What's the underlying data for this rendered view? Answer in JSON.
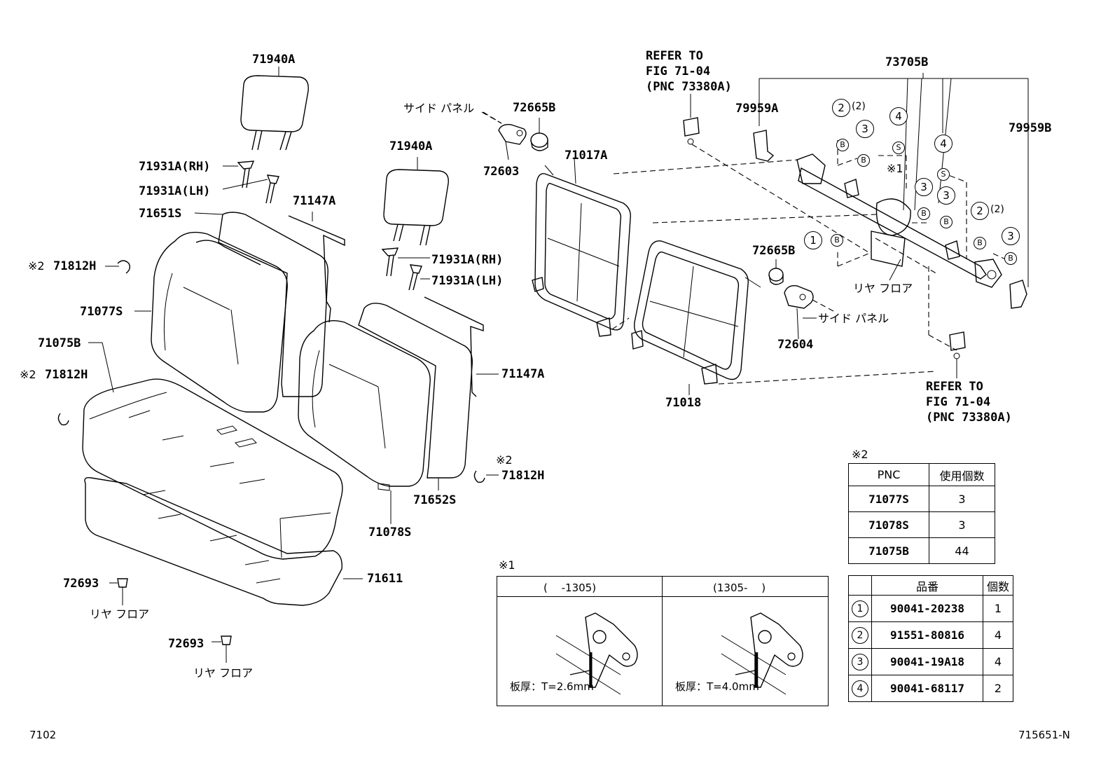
{
  "labels": {
    "headrest_left": "71940A",
    "headrest_right": "71940A",
    "support_rh_left": "71931A(RH)",
    "support_lh_left": "71931A(LH)",
    "support_rh_right": "71931A(RH)",
    "support_lh_right": "71931A(LH)",
    "pad_left_upper": "71147A",
    "pad_right": "71147A",
    "cover_back_left": "71651S",
    "hog_ring_1": "71812H",
    "hog_ring_2": "71812H",
    "hog_ring_3": "71812H",
    "back_cover_left": "71077S",
    "cushion_cover": "71075B",
    "back_cover_right": "71078S",
    "cover_back_right": "71652S",
    "cushion_pad": "71611",
    "clip_1": "72693",
    "clip_2": "72693",
    "hinge_cover_upper": "72665B",
    "hinge_cover_lower": "72665B",
    "lock_upper": "72603",
    "lock_lower": "72604",
    "frame_left": "71017A",
    "frame_right": "71018",
    "hinge_assy": "73705B",
    "bracket_left": "79959A",
    "bracket_right": "79959B"
  },
  "marks": {
    "kome2": "※2",
    "kome1": "※1"
  },
  "japanese": {
    "side_panel_upper": "サイド パネル",
    "side_panel_lower": "サイド パネル",
    "rear_floor_center": "リヤ フロア",
    "rear_floor_1": "リヤ フロア",
    "rear_floor_2": "リヤ フロア"
  },
  "refer_top": [
    "REFER TO",
    "FIG 71-04",
    "(PNC 73380A)"
  ],
  "refer_bottom": [
    "REFER TO",
    "FIG 71-04",
    "(PNC 73380A)"
  ],
  "callouts": {
    "two_qty": "(2)",
    "letter_b": "B",
    "letter_s": "S"
  },
  "table_kome2": {
    "header": [
      "PNC",
      "使用個数"
    ],
    "rows": [
      [
        "71077S",
        "3"
      ],
      [
        "71078S",
        "3"
      ],
      [
        "71075B",
        "44"
      ]
    ]
  },
  "table_parts": {
    "header": [
      "品番",
      "個数"
    ],
    "rows": [
      [
        "1",
        "90041-20238",
        "1"
      ],
      [
        "2",
        "91551-80816",
        "4"
      ],
      [
        "3",
        "90041-19A18",
        "4"
      ],
      [
        "4",
        "90041-68117",
        "2"
      ]
    ]
  },
  "inset": {
    "left_header": "(　 -1305)",
    "right_header": "(1305-　 )",
    "left_note": "板厚：T=2.6mm",
    "right_note": "板厚：T=4.0mm"
  },
  "footer": {
    "left": "7102",
    "right": "715651-N"
  }
}
